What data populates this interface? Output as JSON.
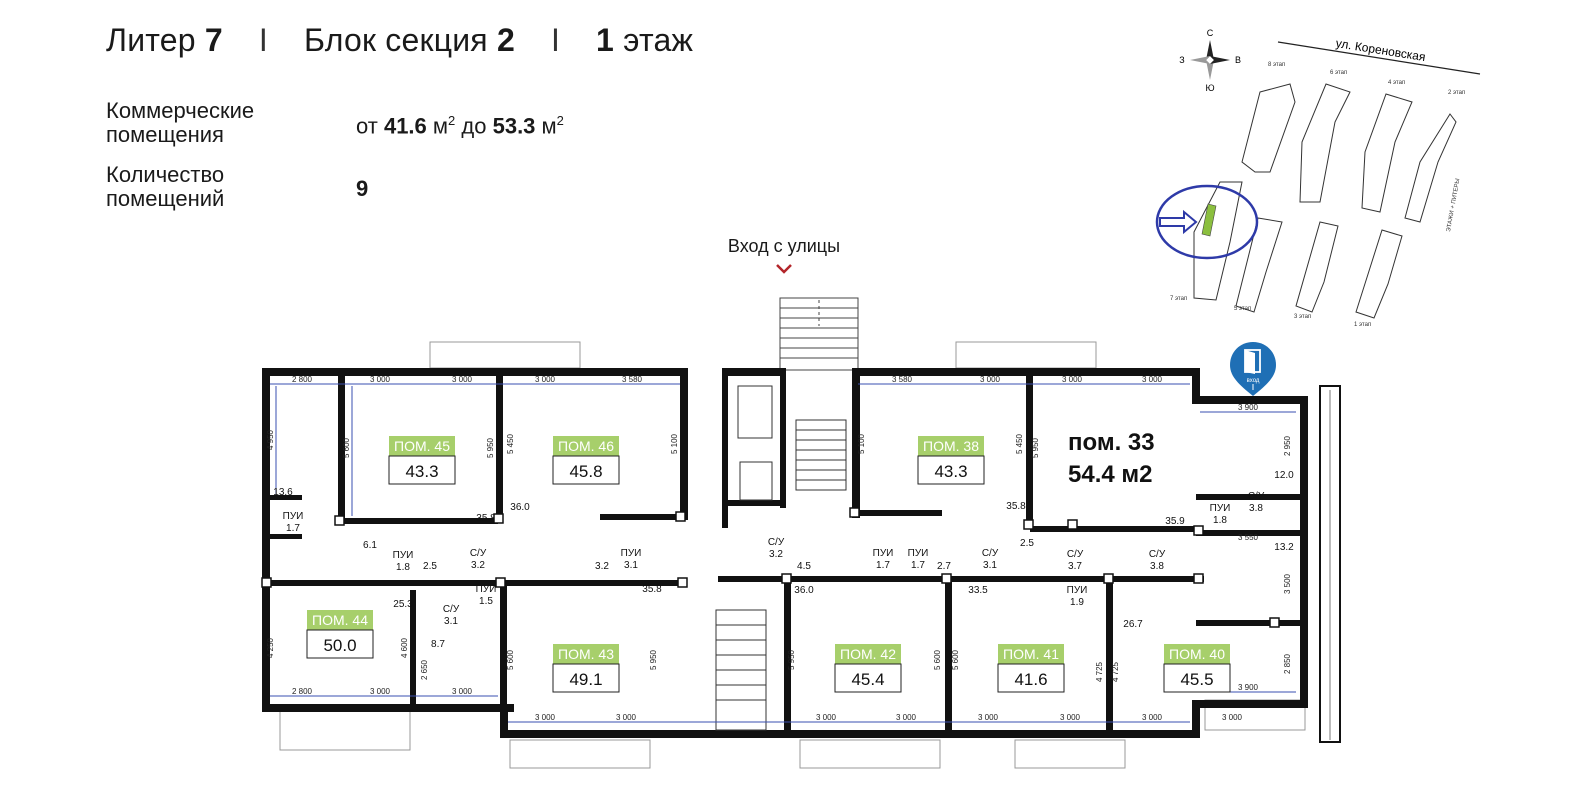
{
  "header": {
    "liter_label": "Литер",
    "liter_value": "7",
    "block_label": "Блок секция",
    "block_value": "2",
    "floor_value": "1",
    "floor_label": "этаж",
    "separator": "I"
  },
  "info": {
    "commercial_label_line1": "Коммерческие",
    "commercial_label_line2": "помещения",
    "range_from": "от",
    "range_min": "41.6",
    "range_to": "до",
    "range_max": "53.3",
    "unit": "м",
    "unit_sup": "2",
    "count_label_line1": "Количество",
    "count_label_line2": "помещений",
    "count_value": "9"
  },
  "entry": {
    "label": "Вход с улицы"
  },
  "door_badge": {
    "label": "вход"
  },
  "annotation": {
    "line1": "пом. 33",
    "line2": "54.4 м2"
  },
  "rooms": [
    {
      "id": "45",
      "title": "ПОМ. 45",
      "area": "43.3"
    },
    {
      "id": "46",
      "title": "ПОМ. 46",
      "area": "45.8"
    },
    {
      "id": "38",
      "title": "ПОМ. 38",
      "area": "43.3"
    },
    {
      "id": "44",
      "title": "ПОМ. 44",
      "area": "50.0"
    },
    {
      "id": "43",
      "title": "ПОМ. 43",
      "area": "49.1"
    },
    {
      "id": "42",
      "title": "ПОМ. 42",
      "area": "45.4"
    },
    {
      "id": "41",
      "title": "ПОМ. 41",
      "area": "41.6"
    },
    {
      "id": "40",
      "title": "ПОМ. 40",
      "area": "45.5"
    }
  ],
  "small_rooms": [
    {
      "label": "ПУИ",
      "area": "1.7"
    },
    {
      "label": "ПУИ",
      "area": "1.8"
    },
    {
      "label": "С/У",
      "area": "3.2"
    },
    {
      "label": "ПУИ",
      "area": "1.5"
    },
    {
      "label": "С/У",
      "area": "3.1"
    },
    {
      "label": "ПУИ",
      "area": "3.1"
    },
    {
      "label": "С/У",
      "area": "3.2"
    },
    {
      "label": "ПУИ",
      "area": "1.7"
    },
    {
      "label": "ПУИ",
      "area": "1.7"
    },
    {
      "label": "С/У",
      "area": "3.1"
    },
    {
      "label": "С/У",
      "area": "3.7"
    },
    {
      "label": "С/У",
      "area": "3.8"
    },
    {
      "label": "ПУИ",
      "area": "1.9"
    },
    {
      "label": "ПУИ",
      "area": "1.8"
    },
    {
      "label": "С/У",
      "area": "3.8"
    }
  ],
  "corridor_areas": [
    "13.6",
    "6.1",
    "2.5",
    "35.8",
    "36.0",
    "3.2",
    "35.8",
    "25.3",
    "8.7",
    "4.5",
    "36.0",
    "2.7",
    "35.8",
    "33.5",
    "2.5",
    "35.9",
    "26.7",
    "12.0",
    "13.2"
  ],
  "dimensions": {
    "top_row": [
      "2 800",
      "3 000",
      "3 000",
      "3 000",
      "3 580",
      "3 580",
      "3 000",
      "3 000",
      "3 000",
      "3 900"
    ],
    "bottom_row": [
      "2 800",
      "3 000",
      "3 000",
      "3 000",
      "3 000",
      "3 000",
      "3 000",
      "3 000",
      "3 000",
      "3 000",
      "3 000",
      "3 900"
    ],
    "vertical": [
      "4 950",
      "5 600",
      "5 950",
      "5 450",
      "5 100",
      "5 100",
      "5 450",
      "5 950",
      "2 950",
      "4 250",
      "4 600",
      "2 650",
      "5 600",
      "5 950",
      "5 950",
      "5 600",
      "5 600",
      "4 725",
      "4 725",
      "3 500",
      "2 850",
      "3 550"
    ]
  },
  "minimap": {
    "street": "ул. Кореновская",
    "compass": {
      "n": "С",
      "s": "Ю",
      "w": "З",
      "e": "В"
    },
    "stages": [
      "8 этап",
      "6 этап",
      "4 этап",
      "2 этап",
      "7 этап",
      "5 этап",
      "3 этап",
      "1 этап"
    ],
    "side_label": "ЭТАЖИ + ПИТЕРЫ"
  },
  "colors": {
    "room_badge": "#a7cf6b",
    "wall": "#111111",
    "dimension": "#3a4fb0",
    "entry_chevron": "#b3252a",
    "door_badge": "#1f6fb5",
    "highlight_oval": "#2e3aa8",
    "highlight_block": "#8bbf3f"
  }
}
